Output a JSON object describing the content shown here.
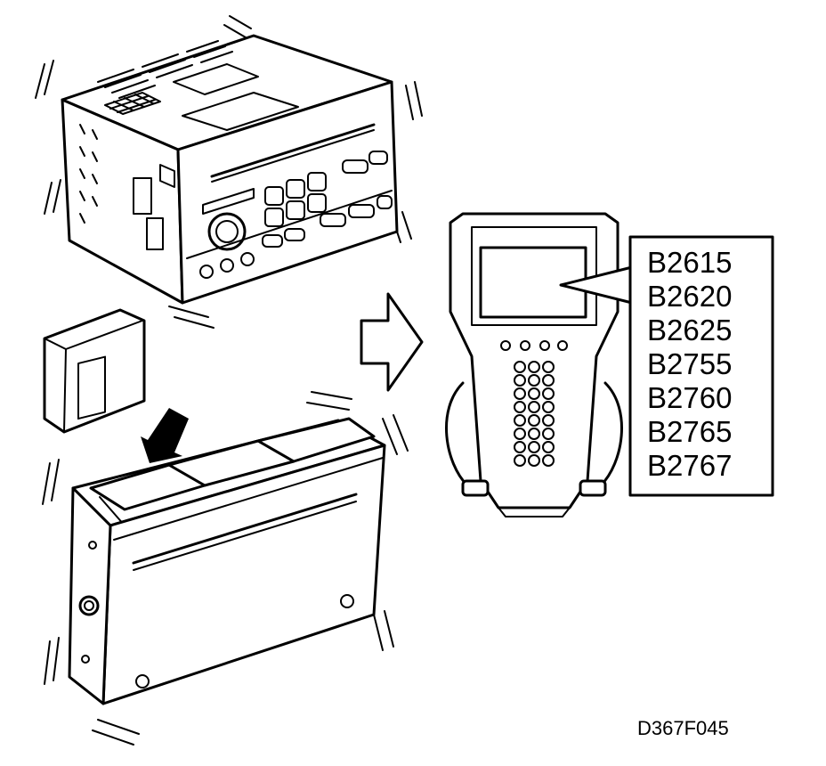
{
  "dtc_codes": [
    "B2615",
    "B2620",
    "B2625",
    "B2755",
    "B2760",
    "B2765",
    "B2767"
  ],
  "figure_id": "D367F045",
  "colors": {
    "ink": "#000000",
    "background": "#ffffff"
  }
}
